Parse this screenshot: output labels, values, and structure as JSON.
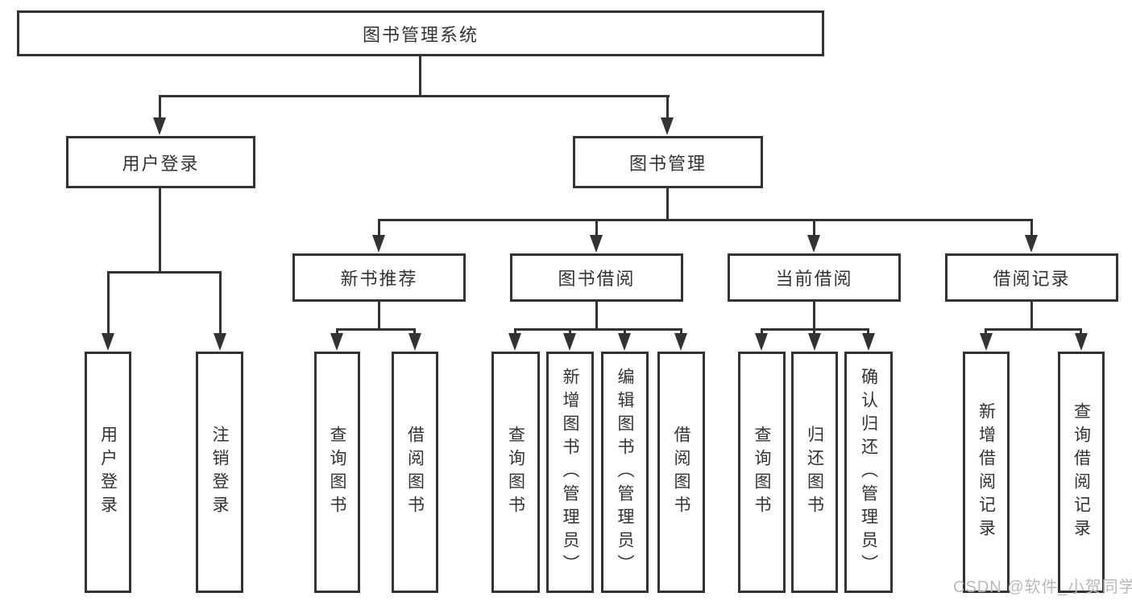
{
  "diagram": {
    "type": "hierarchy-tree",
    "root": {
      "label": "图书管理系统"
    },
    "level2": {
      "user": {
        "label": "用户登录"
      },
      "book": {
        "label": "图书管理"
      }
    },
    "level3": {
      "new_books": {
        "label": "新书推荐"
      },
      "borrow": {
        "label": "图书借阅"
      },
      "current": {
        "label": "当前借阅"
      },
      "records": {
        "label": "借阅记录"
      }
    },
    "leaves": {
      "user": [
        {
          "label": "用户登录"
        },
        {
          "label": "注销登录"
        }
      ],
      "new_books": [
        {
          "label": "查询图书"
        },
        {
          "label": "借阅图书"
        }
      ],
      "borrow": [
        {
          "label": "查询图书"
        },
        {
          "label": "新增图书（管理员）"
        },
        {
          "label": "编辑图书（管理员）"
        },
        {
          "label": "借阅图书"
        }
      ],
      "current": [
        {
          "label": "查询图书"
        },
        {
          "label": "归还图书"
        },
        {
          "label": "确认归还（管理员）"
        }
      ],
      "records": [
        {
          "label": "新增借阅记录"
        },
        {
          "label": "查询借阅记录"
        }
      ]
    },
    "watermark": "CSDN @软件_小贺同学",
    "colors": {
      "line": "#333333",
      "text": "#333333",
      "watermark": "#b9b9b9",
      "background": "#ffffff"
    }
  }
}
